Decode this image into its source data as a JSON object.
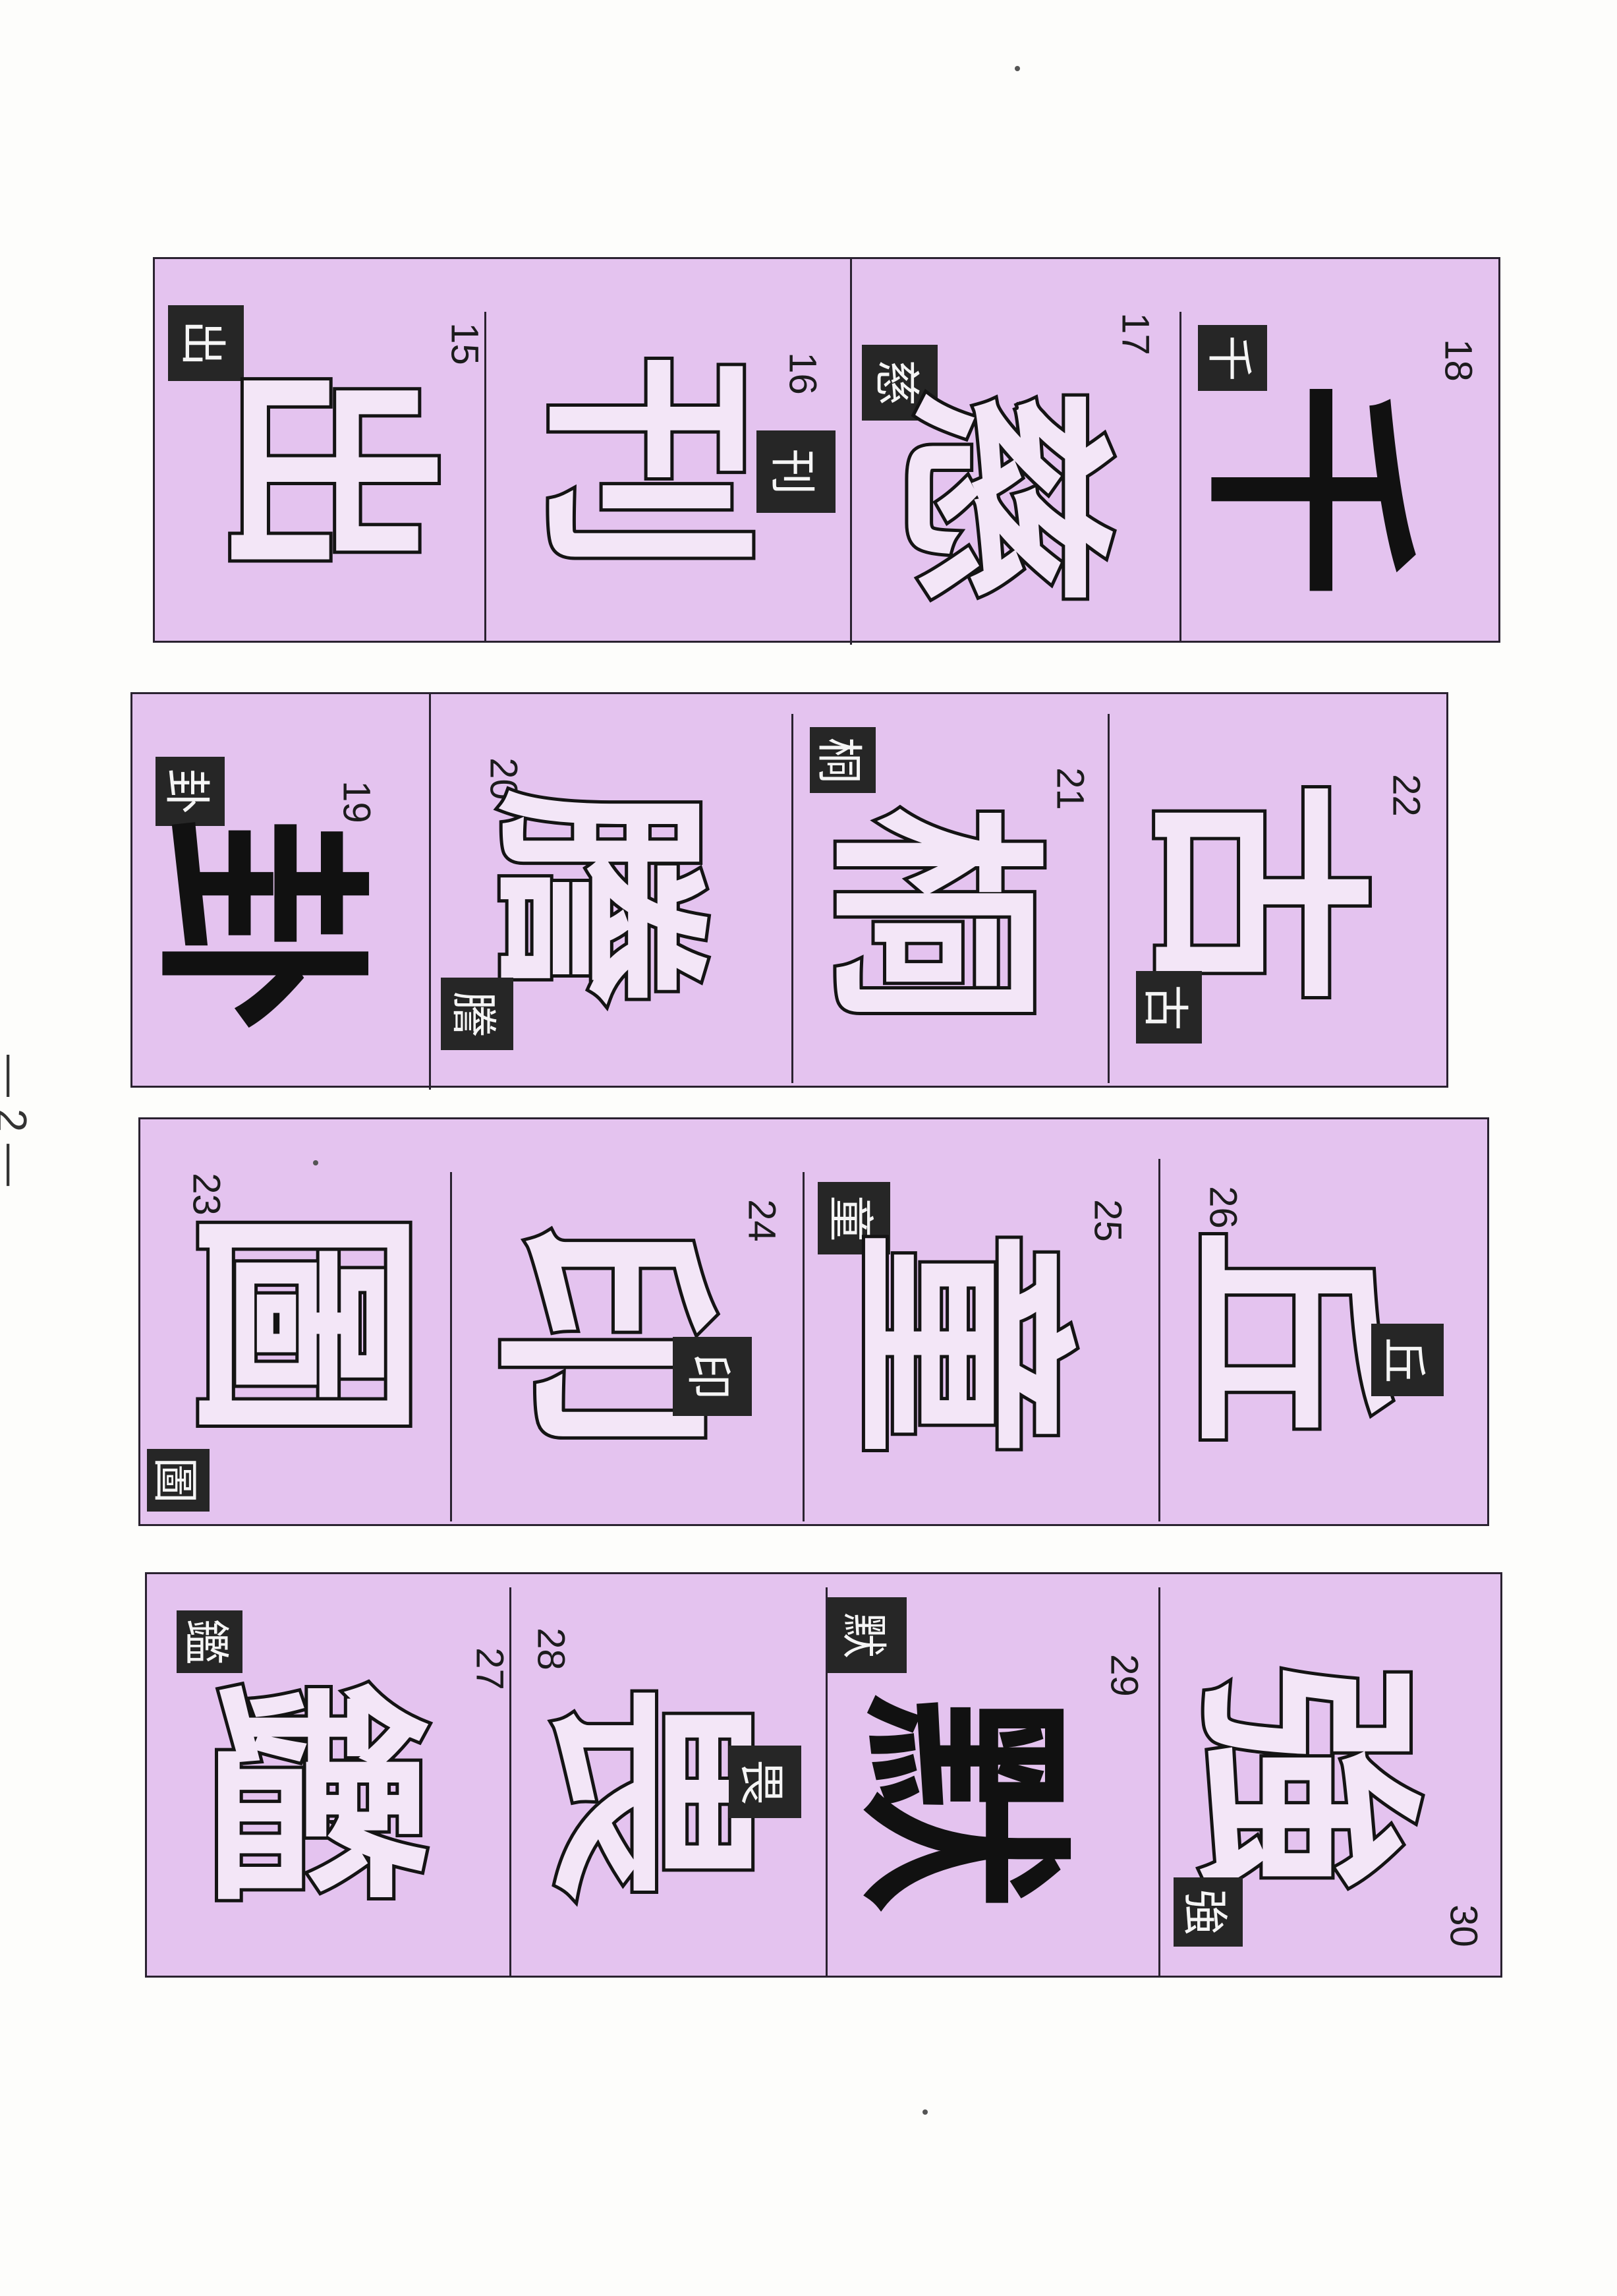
{
  "page": {
    "number_label": "— 2 —"
  },
  "strips": [
    {
      "cells": [
        {
          "number": "15",
          "glyph": "出",
          "seal": "出"
        },
        {
          "number": "16",
          "glyph": "刊",
          "seal": "刊"
        },
        {
          "number": "17",
          "glyph": "慈",
          "seal": "慈"
        },
        {
          "number": "18",
          "glyph": "千",
          "seal": "千"
        }
      ]
    },
    {
      "cells": [
        {
          "number": "19",
          "glyph": "卦",
          "seal": "卦"
        },
        {
          "number": "20",
          "glyph": "謄",
          "seal": "謄"
        },
        {
          "number": "21",
          "glyph": "桐",
          "seal": "桐"
        },
        {
          "number": "22",
          "glyph": "古",
          "seal": "古"
        }
      ]
    },
    {
      "cells": [
        {
          "number": "23",
          "glyph": "圖",
          "seal": "圖"
        },
        {
          "number": "24",
          "glyph": "印",
          "seal": "印"
        },
        {
          "number": "25",
          "glyph": "童",
          "seal": "童"
        },
        {
          "number": "26",
          "glyph": "丘",
          "seal": "丘"
        }
      ]
    },
    {
      "cells": [
        {
          "number": "27",
          "glyph": "鑑",
          "seal": "鑑"
        },
        {
          "number": "28",
          "glyph": "畏",
          "seal": "畏"
        },
        {
          "number": "29",
          "glyph": "默",
          "seal": "默"
        },
        {
          "number": "30",
          "glyph": "強",
          "seal": "強"
        }
      ]
    }
  ]
}
